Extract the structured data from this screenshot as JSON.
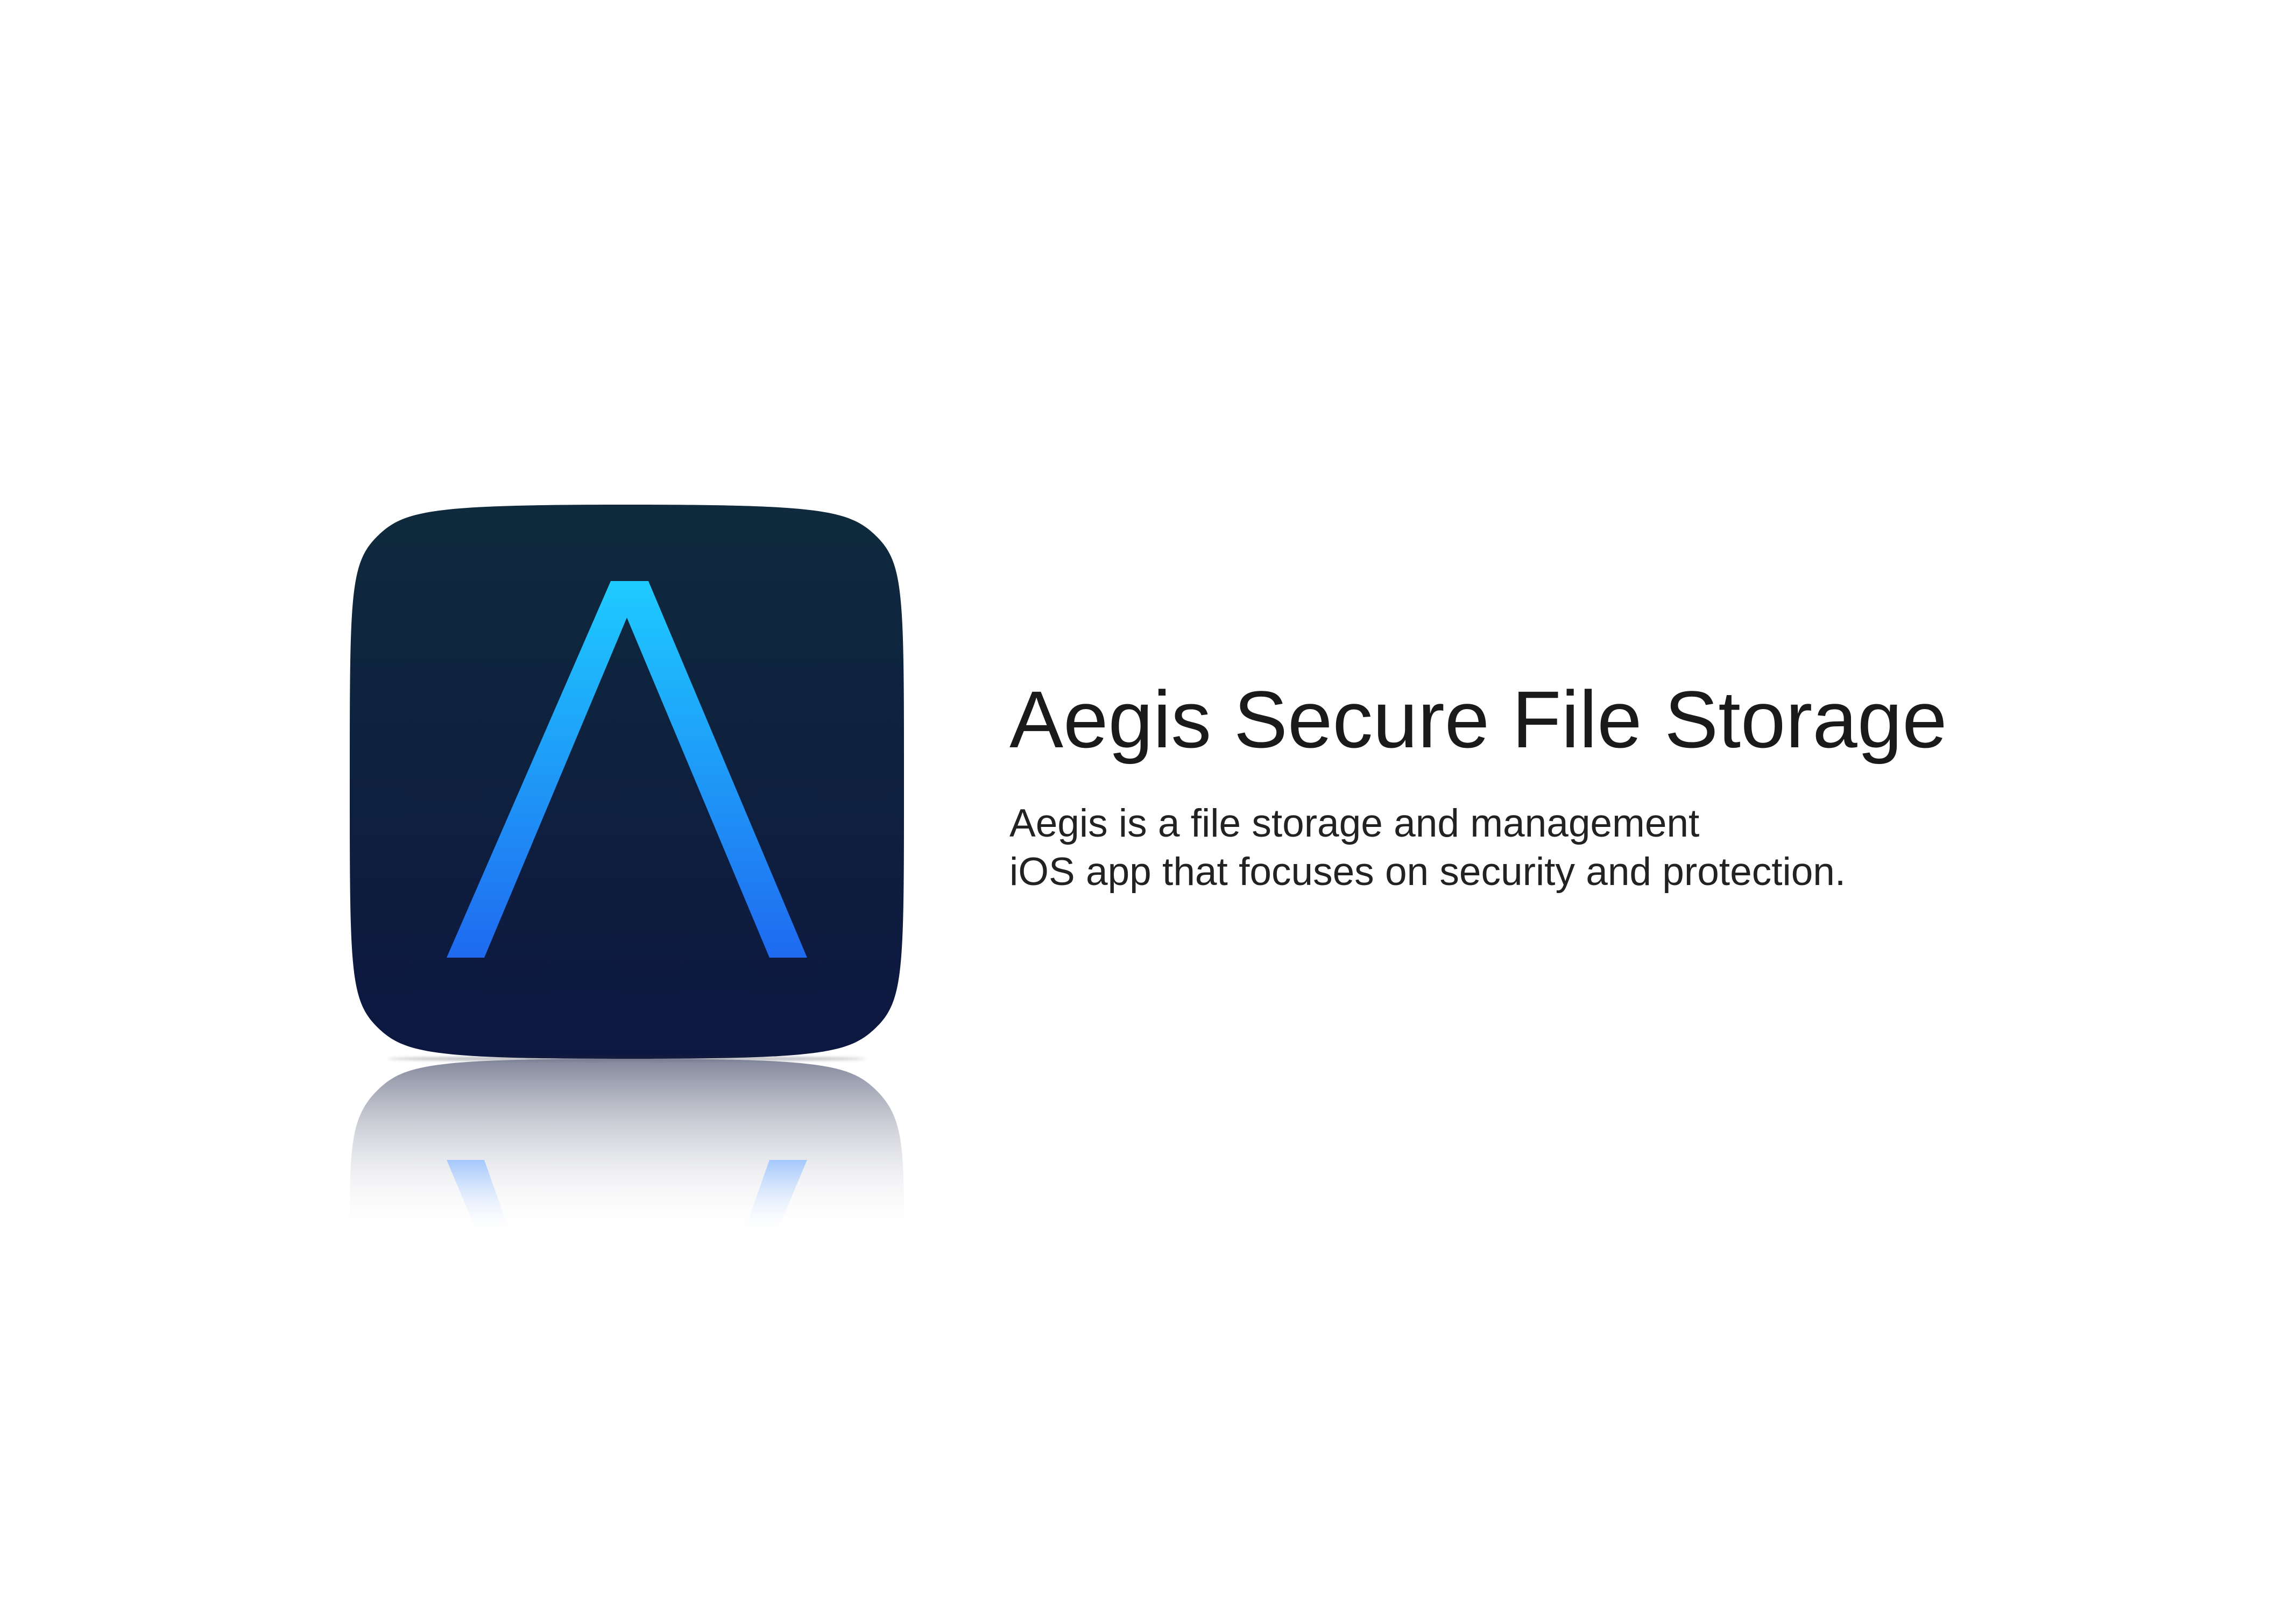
{
  "app": {
    "title": "Aegis Secure File Storage",
    "description_lines": [
      "Aegis is a file storage and management",
      "iOS app that focuses on security and protection."
    ]
  },
  "icon": {
    "name": "aegis-lambda-logo-icon",
    "background_top": "#0f2a3d",
    "background_bottom": "#0d1740",
    "glyph_top": "#1ecbff",
    "glyph_bottom": "#1f6af0"
  }
}
